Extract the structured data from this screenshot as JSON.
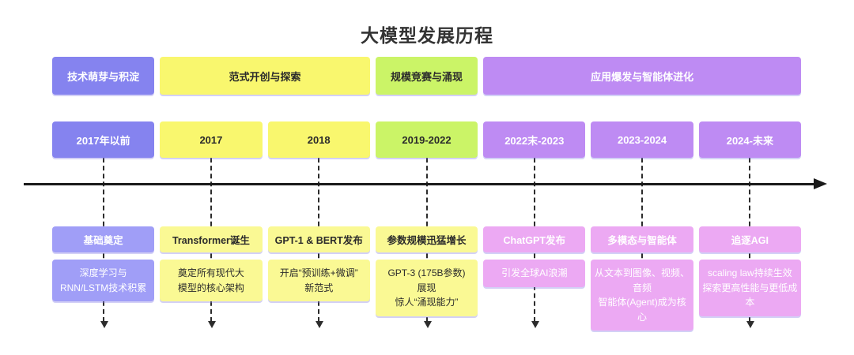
{
  "title": "大模型发展历程",
  "colors": {
    "phase_purple": "#8583ef",
    "box_purple_light": "#a09ef7",
    "phase_yellow": "#f9f76e",
    "box_yellow_light": "#faf994",
    "phase_green": "#cbf467",
    "phase_violet": "#be8bf3",
    "box_pink": "#eca9f3",
    "timeline_line": "#1a1a1a"
  },
  "phases": [
    {
      "label": "技术萌芽与积淀",
      "columns_spanned": 1
    },
    {
      "label": "范式开创与探索",
      "columns_spanned": 2
    },
    {
      "label": "规模竞赛与涌现",
      "columns_spanned": 1
    },
    {
      "label": "应用爆发与智能体进化",
      "columns_spanned": 3
    }
  ],
  "columns": [
    {
      "year": "2017年以前",
      "event": "基础奠定",
      "description": "深度学习与\nRNN/LSTM技术积累"
    },
    {
      "year": "2017",
      "event": "Transformer诞生",
      "description": "奠定所有现代大\n模型的核心架构"
    },
    {
      "year": "2018",
      "event": "GPT-1 & BERT发布",
      "description": "开启“预训练+微调”\n新范式"
    },
    {
      "year": "2019-2022",
      "event": "参数规模迅猛增长",
      "description": "GPT-3 (175B参数)\n展现\n惊人“涌现能力”"
    },
    {
      "year": "2022末-2023",
      "event": "ChatGPT发布",
      "description": "引发全球AI浪潮"
    },
    {
      "year": "2023-2024",
      "event": "多模态与智能体",
      "description": "从文本到图像、视频、音频\n智能体(Agent)成为核心"
    },
    {
      "year": "2024-未来",
      "event": "追逐AGI",
      "description": "scaling law持续生效\n探索更高性能与更低成本"
    }
  ]
}
